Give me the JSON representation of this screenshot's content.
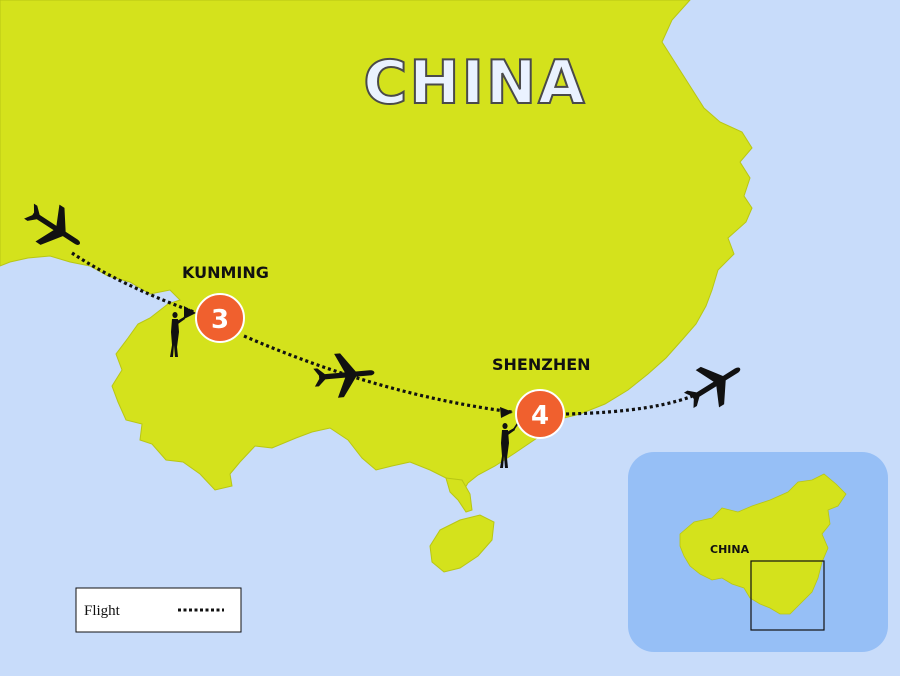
{
  "map": {
    "country_title": "CHINA",
    "colors": {
      "sea": "#c8dcfa",
      "land": "#d4e21c",
      "land_edge": "#b8c614",
      "marker": "#f0602e",
      "inset_sea": "#96bff6",
      "route": "#111111"
    },
    "stops": [
      {
        "number": "3",
        "city": "KUNMING"
      },
      {
        "number": "4",
        "city": "SHENZHEN"
      }
    ],
    "icons": [
      "airplane-icon",
      "golfer-icon"
    ]
  },
  "inset": {
    "label": "CHINA"
  },
  "legend": {
    "flight_label": "Flight"
  }
}
